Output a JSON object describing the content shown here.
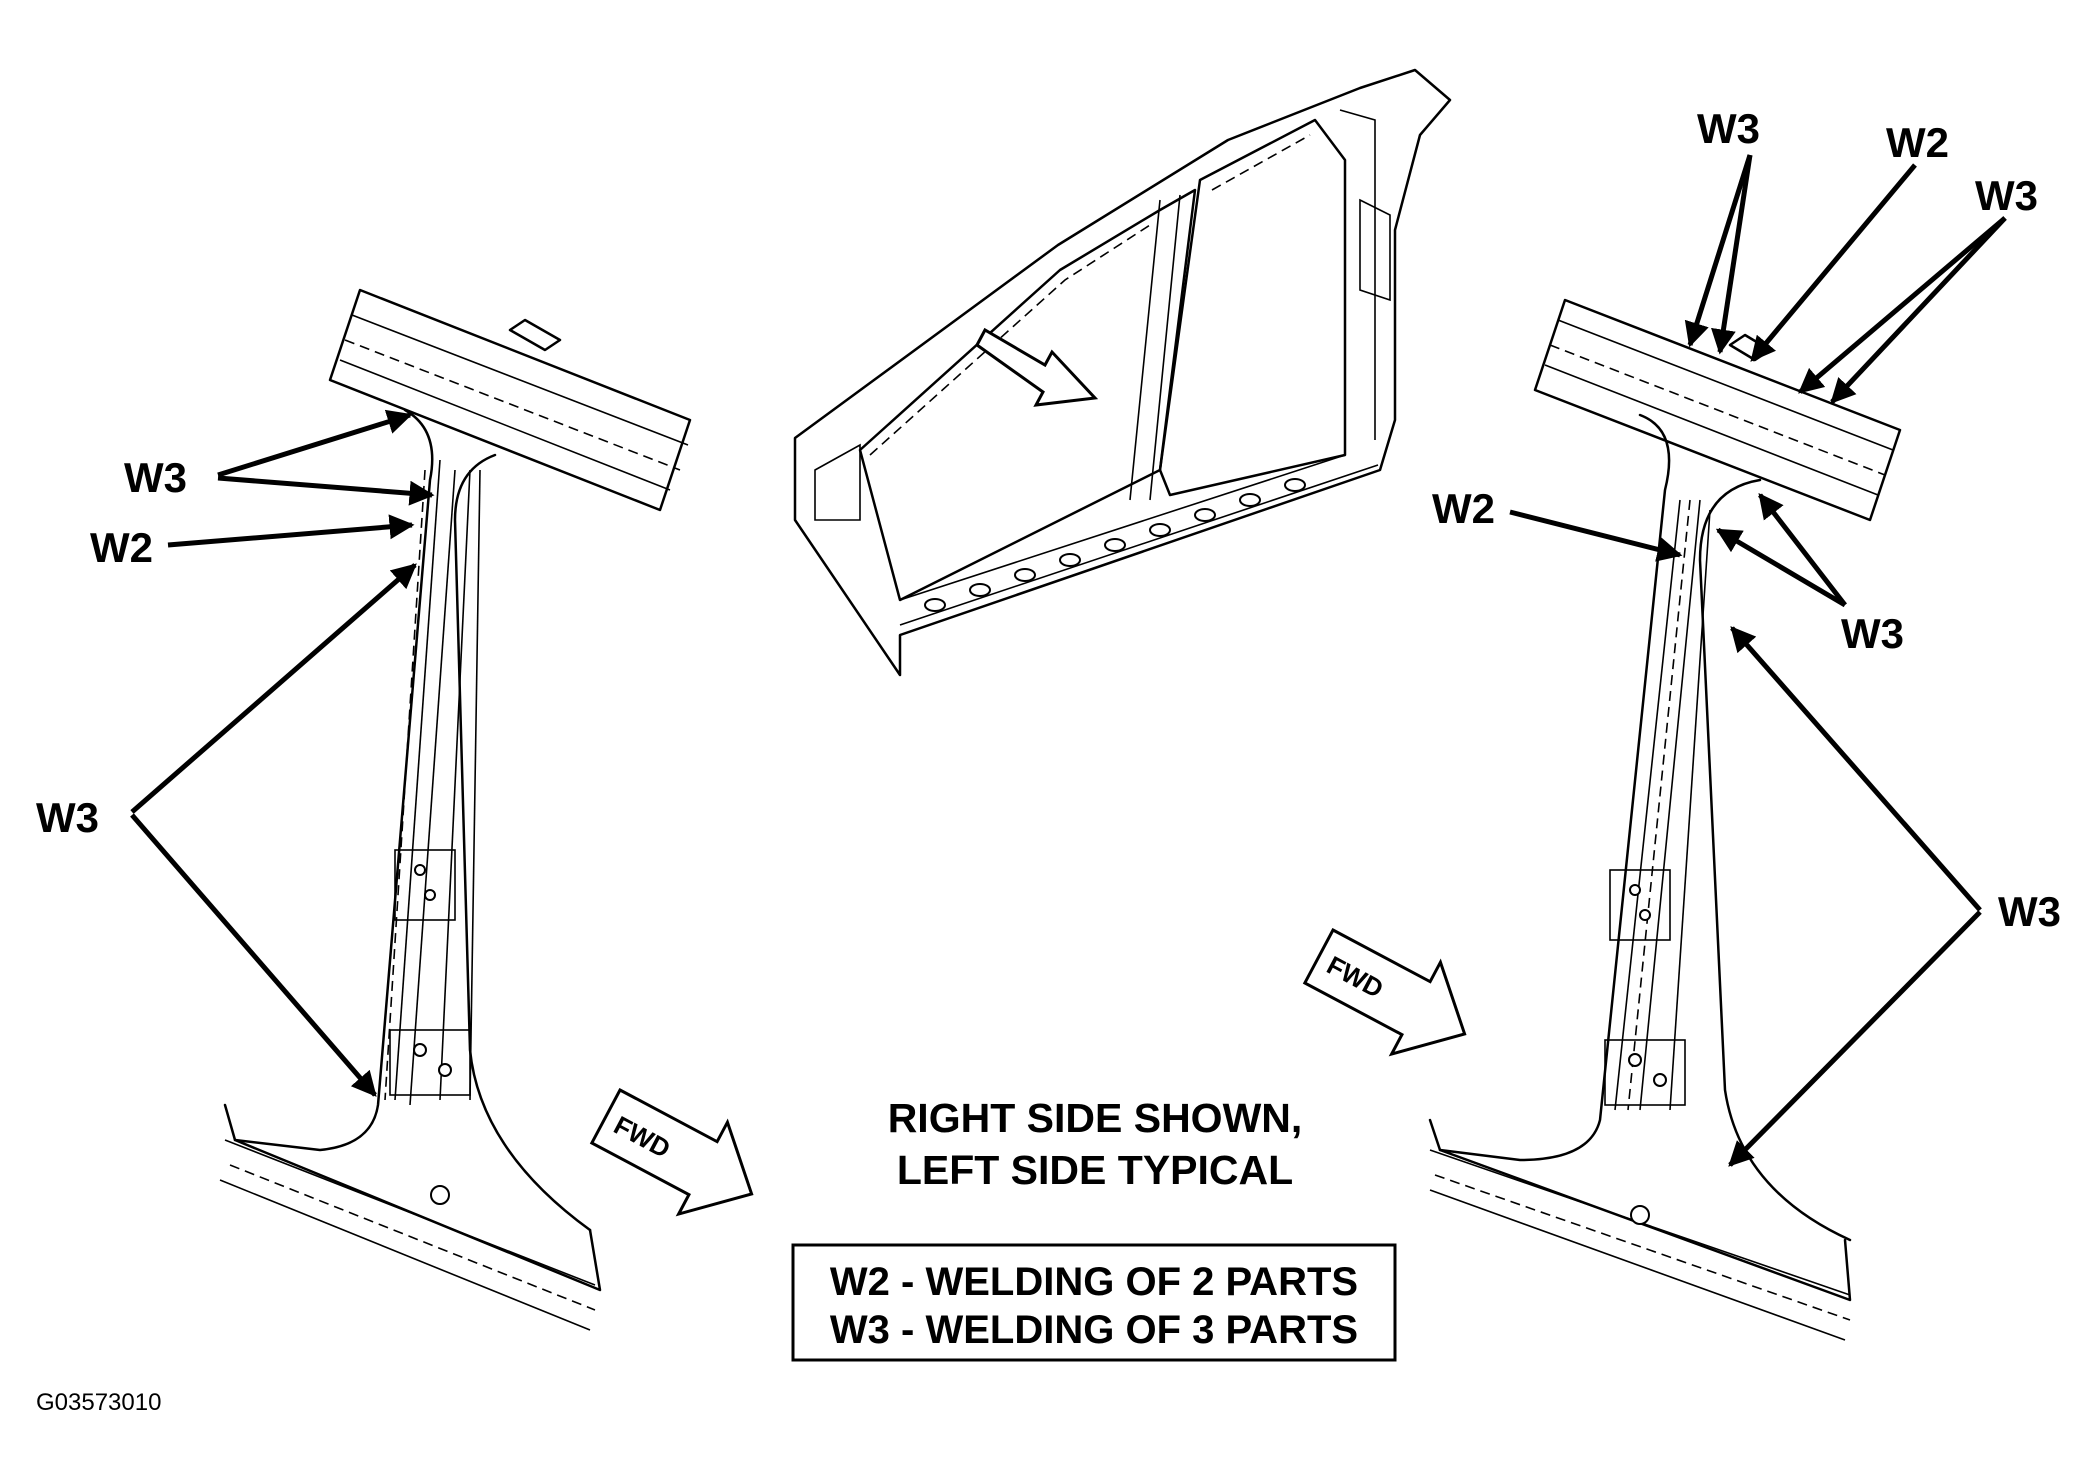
{
  "labels": {
    "left_w3_top": "W3",
    "left_w2": "W2",
    "left_w3_lower": "W3",
    "right_w3_top_left": "W3",
    "right_w2_top": "W2",
    "right_w3_top_right": "W3",
    "right_w2_side": "W2",
    "right_w3_inner": "W3",
    "right_w3_lower": "W3"
  },
  "fwd": {
    "bottom": "FWD",
    "right": "FWD"
  },
  "caption": {
    "line1": "RIGHT SIDE SHOWN,",
    "line2": "LEFT SIDE TYPICAL"
  },
  "legend": {
    "line1": "W2 - WELDING OF 2 PARTS",
    "line2": "W3 - WELDING OF 3 PARTS"
  },
  "figure_code": "G03573010"
}
